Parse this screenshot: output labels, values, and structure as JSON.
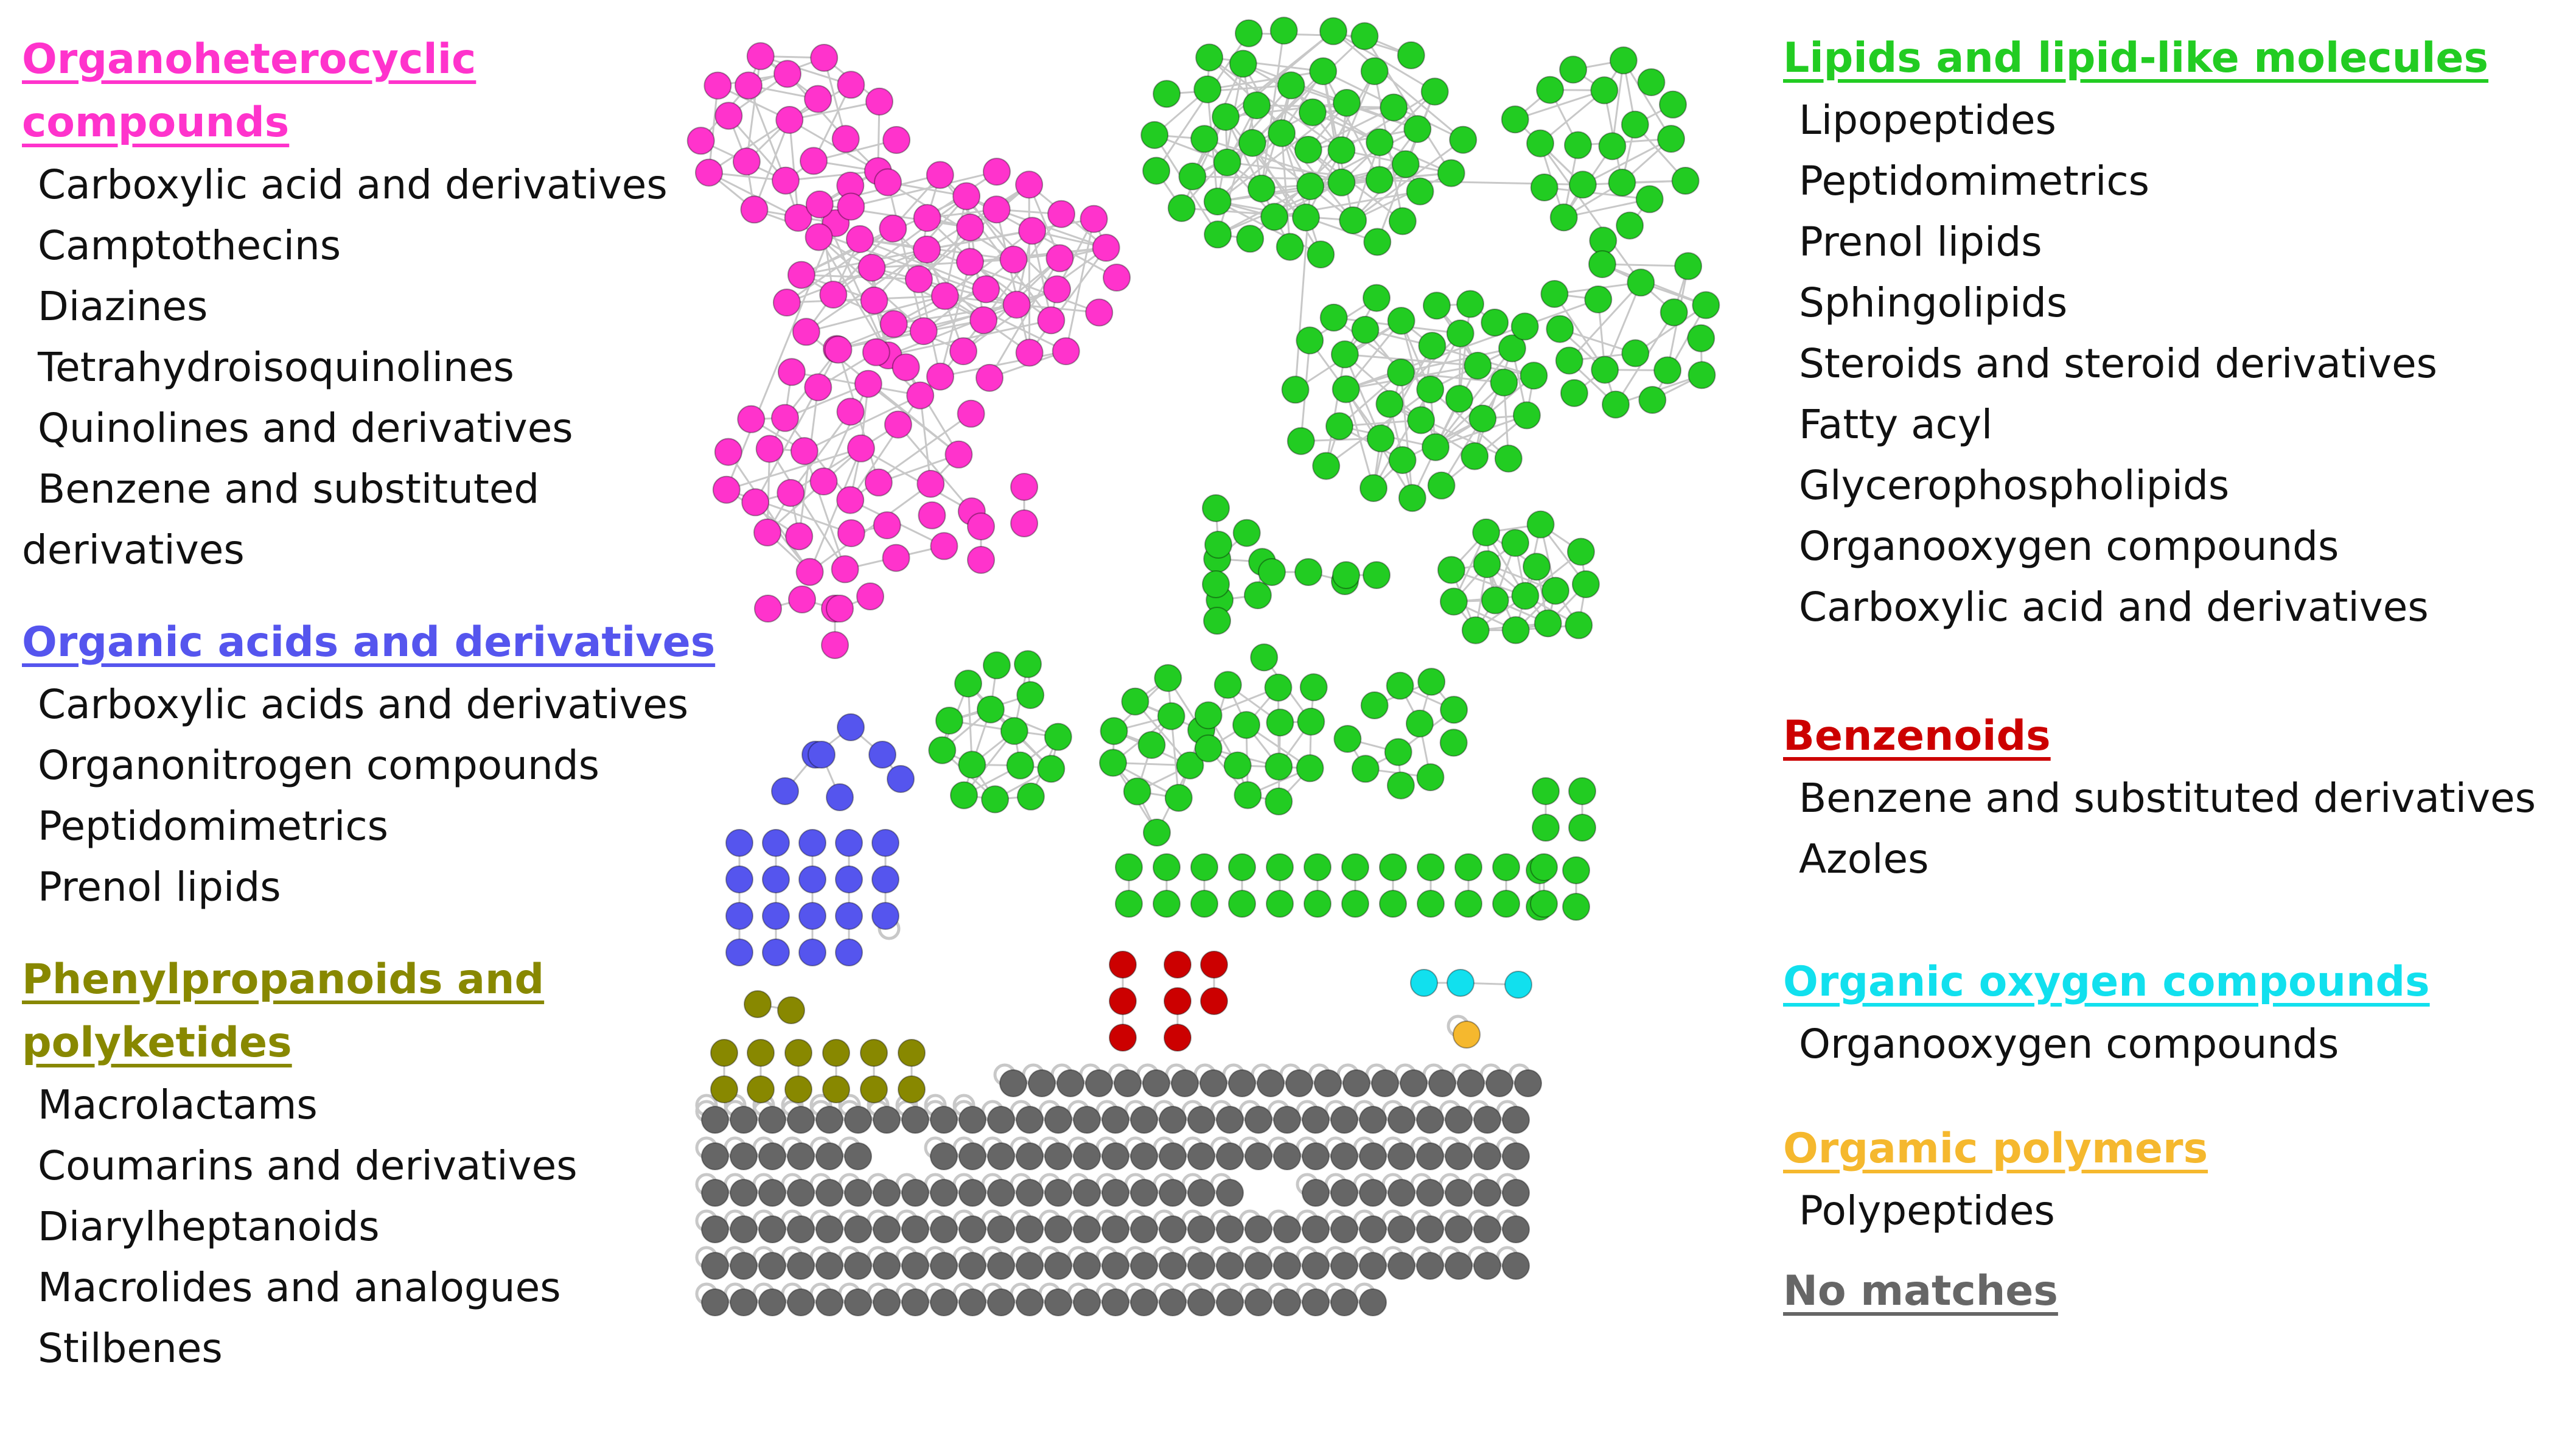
{
  "colors": {
    "organoheterocyclic": "#ff33cc",
    "organic_acids": "#5555ee",
    "phenylpropanoids": "#888800",
    "lipids": "#22cc22",
    "benzenoids": "#cc0000",
    "organic_oxygen": "#11e0ee",
    "polymers": "#f5b82e",
    "no_matches": "#666666",
    "edge": "#c8c8c8"
  },
  "left_legend": [
    {
      "title": "Organoheterocyclic compounds",
      "color": "#ff33cc",
      "items": [
        "Carboxylic acid and derivatives",
        "Camptothecins",
        "Diazines",
        "Tetrahydroisoquinolines",
        "Quinolines and derivatives",
        "Benzene and substituted",
        "derivatives"
      ]
    },
    {
      "title": "Organic acids and derivatives",
      "color": "#5555ee",
      "items": [
        "Carboxylic acids and derivatives",
        "Organonitrogen compounds",
        "Peptidomimetrics",
        "Prenol lipids"
      ]
    },
    {
      "title": "Phenylpropanoids and polyketides",
      "color": "#888800",
      "items": [
        "Macrolactams",
        "Coumarins and derivatives",
        "Diarylheptanoids",
        "Macrolides and analogues",
        "Stilbenes"
      ]
    }
  ],
  "right_legend": [
    {
      "title": "Lipids and lipid-like molecules",
      "color": "#22cc22",
      "items": [
        "Lipopeptides",
        "Peptidomimetrics",
        "Prenol lipids",
        "Sphingolipids",
        "Steroids and steroid derivatives",
        "Fatty acyl",
        "Glycerophospholipids",
        "Organooxygen compounds",
        "Carboxylic acid and derivatives"
      ]
    },
    {
      "title": "Benzenoids",
      "color": "#cc0000",
      "items": [
        "Benzene and substituted derivatives",
        "Azoles"
      ]
    },
    {
      "title": "Organic oxygen compounds",
      "color": "#11e0ee",
      "items": [
        "Organooxygen compounds"
      ]
    },
    {
      "title": "Orgamic polymers",
      "color": "#f5b82e",
      "items": [
        "Polypeptides"
      ]
    },
    {
      "title": "No matches",
      "color": "#666666",
      "items": []
    }
  ]
}
